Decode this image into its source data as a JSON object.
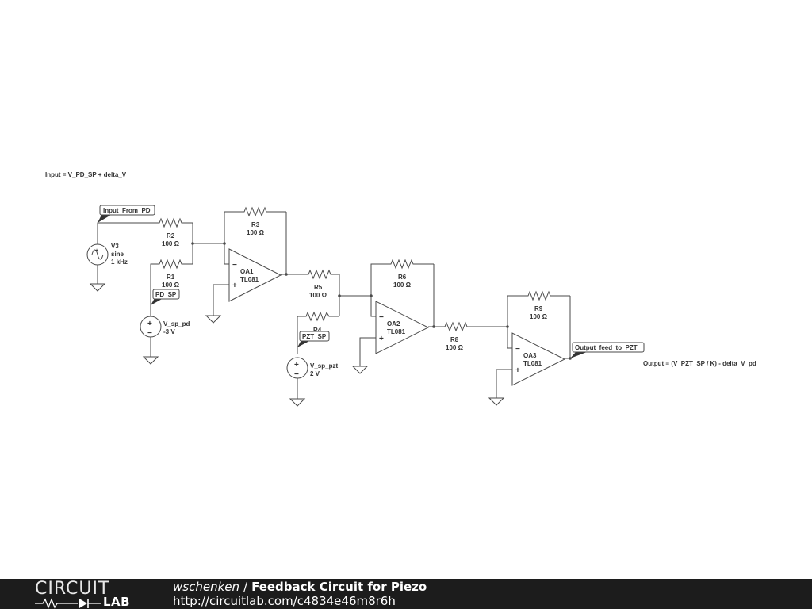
{
  "annotations": {
    "input_eq": "Input = V_PD_SP + delta_V",
    "output_eq": "Output = (V_PZT_SP / K) - delta_V_pd"
  },
  "net_labels": {
    "input": "Input_From_PD",
    "pd_sp": "PD_SP",
    "pzt_sp": "PZT_SP",
    "output": "Output_feed_to_PZT"
  },
  "components": {
    "v3": {
      "name": "V3",
      "type": "sine",
      "freq": "1 kHz"
    },
    "v_sp_pd": {
      "name": "V_sp_pd",
      "value": "-3 V"
    },
    "v_sp_pzt": {
      "name": "V_sp_pzt",
      "value": "2 V"
    },
    "r1": {
      "name": "R1",
      "value": "100 Ω"
    },
    "r2": {
      "name": "R2",
      "value": "100 Ω"
    },
    "r3": {
      "name": "R3",
      "value": "100 Ω"
    },
    "r4": {
      "name": "R4"
    },
    "r5": {
      "name": "R5",
      "value": "100 Ω"
    },
    "r6": {
      "name": "R6",
      "value": "100 Ω"
    },
    "r8": {
      "name": "R8",
      "value": "100 Ω"
    },
    "r9": {
      "name": "R9",
      "value": "100 Ω"
    },
    "oa1": {
      "name": "OA1",
      "part": "TL081",
      "minus": "−",
      "plus": "+"
    },
    "oa2": {
      "name": "OA2",
      "part": "TL081",
      "minus": "−",
      "plus": "+"
    },
    "oa3": {
      "name": "OA3",
      "part": "TL081",
      "minus": "−",
      "plus": "+"
    }
  },
  "source_signs": {
    "plus": "+",
    "minus": "−"
  },
  "footer": {
    "logo_top": "CIRCUIT",
    "logo_bottom": "LAB",
    "author": "wschenken",
    "separator": "/",
    "circuit_title": "Feedback Circuit for Piezo",
    "url": "http://circuitlab.com/c4834e46m8r6h"
  }
}
